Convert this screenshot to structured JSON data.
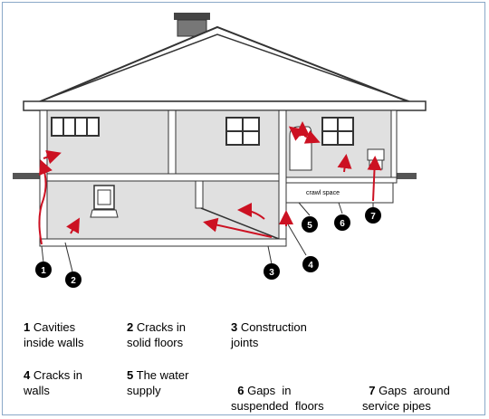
{
  "diagram": {
    "crawl_space_label": "crawl space",
    "markers": [
      "1",
      "2",
      "3",
      "4",
      "5",
      "6",
      "7"
    ],
    "colors": {
      "arrow": "#cc1122",
      "wall_fill": "#e0e0e0",
      "ground": "#555555",
      "marker": "#000000"
    }
  },
  "legend": [
    {
      "num": "1",
      "text": "Cavities",
      "text2": "inside walls"
    },
    {
      "num": "2",
      "text": "Cracks in",
      "text2": "solid floors"
    },
    {
      "num": "3",
      "text": "Construction",
      "text2": "joints"
    },
    {
      "num": "4",
      "text": "Cracks in",
      "text2": "walls"
    },
    {
      "num": "5",
      "text": "The water",
      "text2": "supply"
    },
    {
      "num": "6",
      "text": "Gaps  in",
      "text2": "suspended  floors"
    },
    {
      "num": "7",
      "text": "Gaps  around",
      "text2": "service pipes"
    }
  ]
}
